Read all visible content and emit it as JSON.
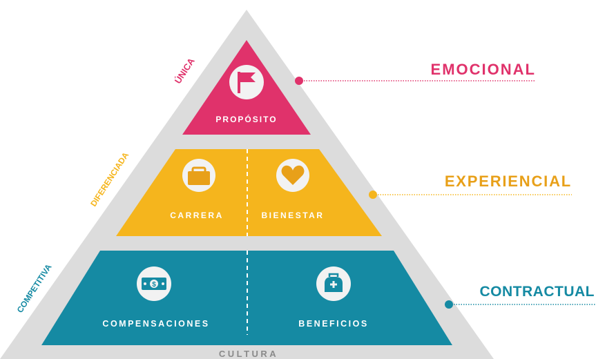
{
  "colors": {
    "background_triangle": "#dcdcdc",
    "emotional": "#e0326b",
    "experiential": "#f5b51d",
    "contractual": "#158aa3",
    "icon_circle": "#f2f2f2"
  },
  "levels": {
    "top": {
      "side_label": "ÚNICA",
      "layer_label": "EMOCIONAL",
      "items": [
        {
          "label": "PROPÓSITO",
          "icon": "flag-icon"
        }
      ]
    },
    "middle": {
      "side_label": "DIFERENCIADA",
      "layer_label": "EXPERIENCIAL",
      "items": [
        {
          "label": "CARRERA",
          "icon": "briefcase-icon"
        },
        {
          "label": "BIENESTAR",
          "icon": "heart-icon"
        }
      ]
    },
    "bottom": {
      "side_label": "COMPETITIVA",
      "layer_label": "CONTRACTUAL",
      "items": [
        {
          "label": "COMPENSACIONES",
          "icon": "money-icon"
        },
        {
          "label": "BENEFICIOS",
          "icon": "medical-kit-icon"
        }
      ]
    }
  },
  "base_label": "CULTURA"
}
